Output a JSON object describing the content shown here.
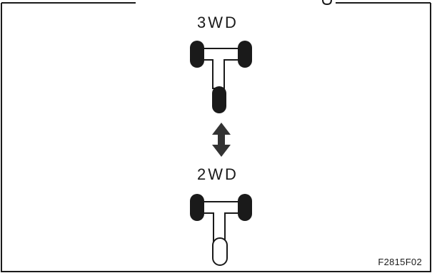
{
  "diagram": {
    "upper_label": "3WD",
    "lower_label": "2WD",
    "figure_code": "F2815F02",
    "colors": {
      "line": "#1a1a1a",
      "background": "#ffffff"
    },
    "arrow_icon": "double-vertical-arrow",
    "modes": [
      {
        "label": "3WD",
        "driven_wheels": [
          "front-left",
          "front-right",
          "rear"
        ]
      },
      {
        "label": "2WD",
        "driven_wheels": [
          "front-left",
          "front-right"
        ],
        "free_wheels": [
          "rear"
        ]
      }
    ]
  }
}
